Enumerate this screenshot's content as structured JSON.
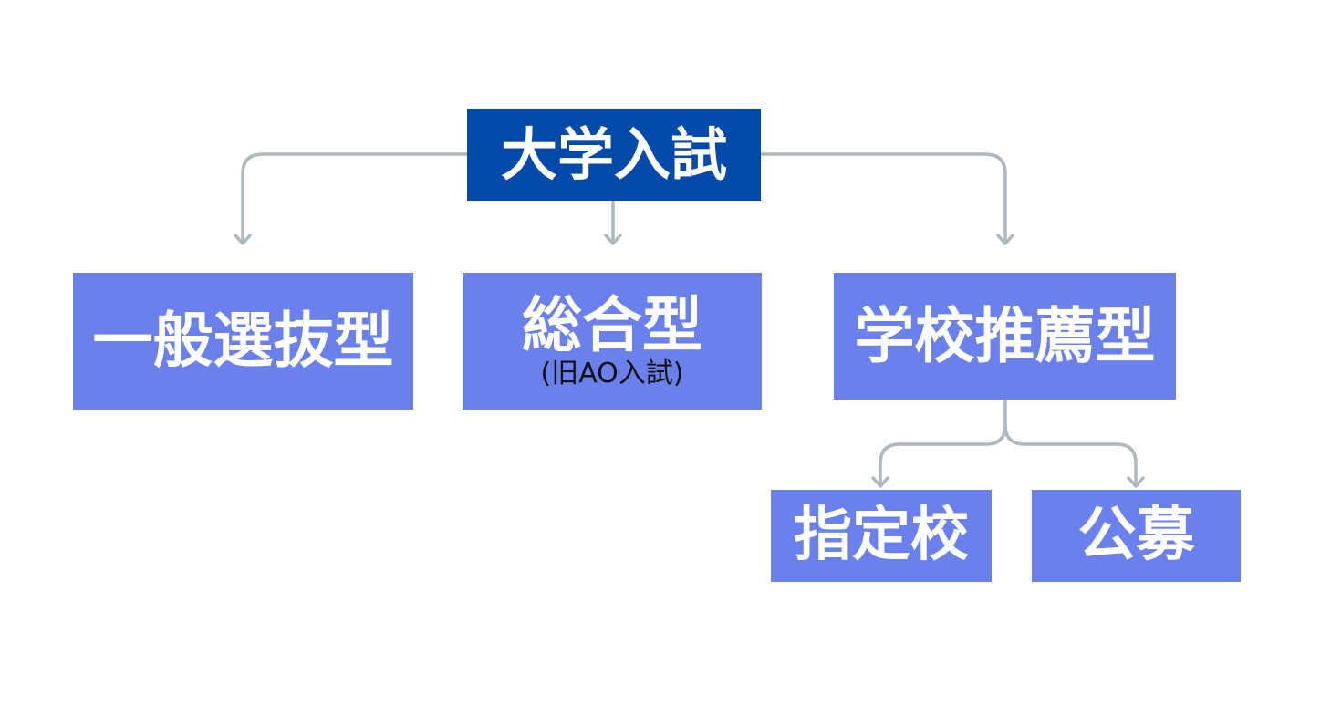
{
  "colors": {
    "root_fill": "#034aab",
    "child_fill": "#6a80ec",
    "connector": "#aeb8bf",
    "label_text": "#ffffff",
    "sub_text": "#111111"
  },
  "diagram": {
    "root": {
      "label": "大学入試"
    },
    "children": [
      {
        "label": "一般選抜型"
      },
      {
        "label": "総合型",
        "sublabel": "(旧AO入試)"
      },
      {
        "label": "学校推薦型"
      }
    ],
    "grandchildren": [
      {
        "label": "指定校"
      },
      {
        "label": "公募"
      }
    ]
  }
}
